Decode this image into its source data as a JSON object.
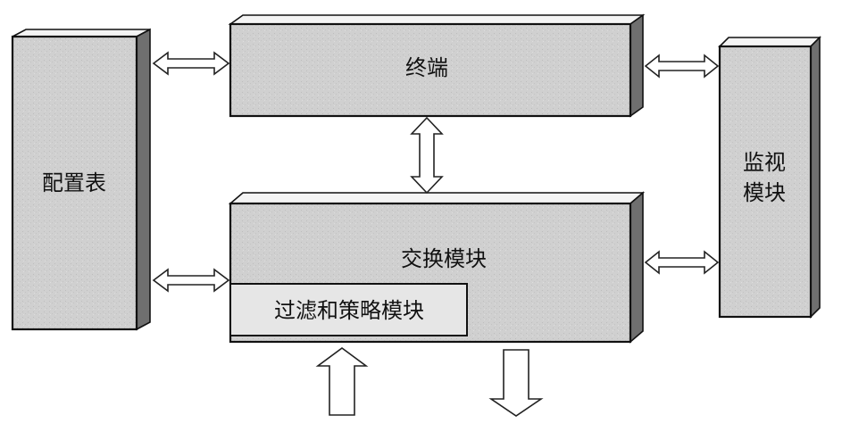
{
  "diagram": {
    "config_table": "配置表",
    "terminal": "终端",
    "monitor_line1": "监视",
    "monitor_line2": "模块",
    "switch_module": "交换模块",
    "filter_module": "过滤和策略模块"
  },
  "colors": {
    "box_fill": "#d2d2d2",
    "inner_box_fill": "#e6e6e6",
    "side_shade": "#6f6f6f",
    "stroke": "#111111"
  }
}
